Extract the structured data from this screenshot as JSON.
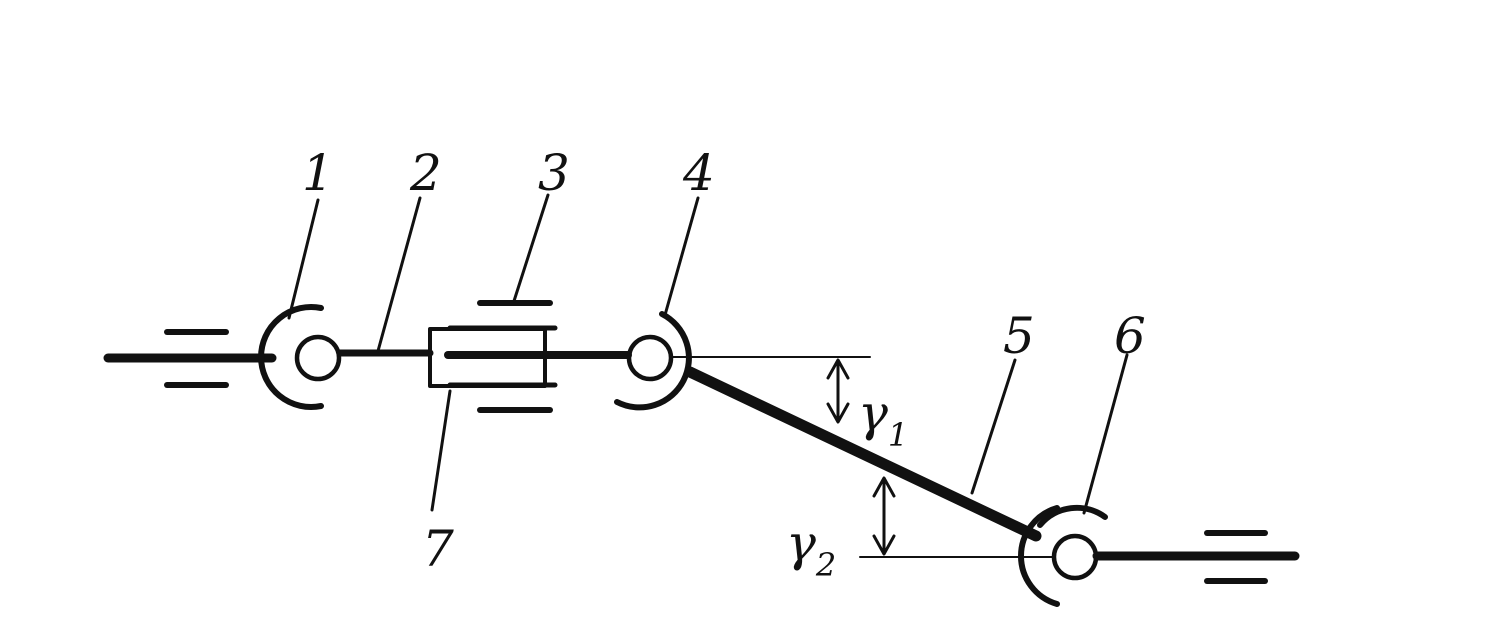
{
  "diagram": {
    "part_labels": {
      "p1": "1",
      "p2": "2",
      "p3": "3",
      "p4": "4",
      "p5": "5",
      "p6": "6",
      "p7": "7"
    },
    "angle_labels": {
      "gamma1_symbol": "γ",
      "gamma1_index": "1",
      "gamma2_symbol": "γ",
      "gamma2_index": "2"
    },
    "colors": {
      "ink": "#111111",
      "paper": "#ffffff"
    }
  }
}
